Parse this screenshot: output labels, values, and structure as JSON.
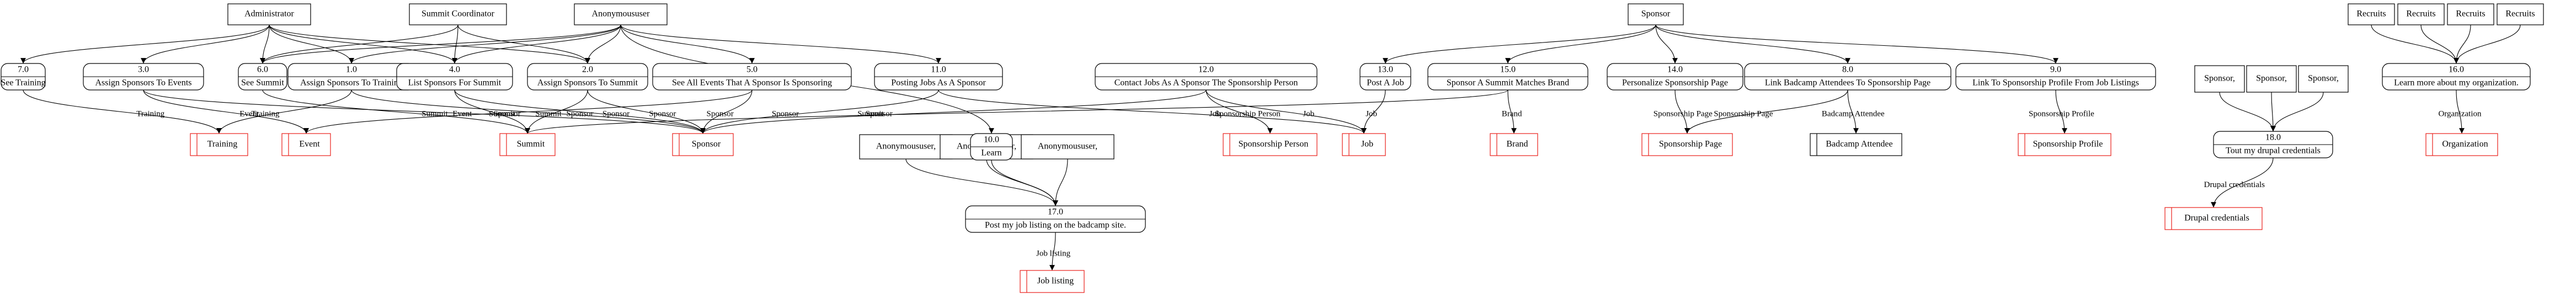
{
  "actors": [
    {
      "id": "admin",
      "label": "Administrator"
    },
    {
      "id": "summit",
      "label": "Summit Coordinator"
    },
    {
      "id": "anon",
      "label": "Anonymoususer"
    },
    {
      "id": "sponsor",
      "label": "Sponsor"
    },
    {
      "id": "recruit1",
      "label": "Recruits"
    },
    {
      "id": "recruit2",
      "label": "Recruits"
    },
    {
      "id": "recruit3",
      "label": "Recruits"
    },
    {
      "id": "recruit4",
      "label": "Recruits"
    },
    {
      "id": "sponsorA",
      "label": "Sponsor,"
    },
    {
      "id": "sponsorB",
      "label": "Sponsor,"
    },
    {
      "id": "sponsorC",
      "label": "Sponsor,"
    },
    {
      "id": "anonA",
      "label": "Anonymoususer,"
    },
    {
      "id": "anonB",
      "label": "Anonymoususer,"
    },
    {
      "id": "anonC",
      "label": "Anonymoususer,"
    }
  ],
  "stories": [
    {
      "id": "s7",
      "num": "7.0",
      "text": "See Training"
    },
    {
      "id": "s3",
      "num": "3.0",
      "text": "Assign Sponsors To Events"
    },
    {
      "id": "s6",
      "num": "6.0",
      "text": "See Summit"
    },
    {
      "id": "s1",
      "num": "1.0",
      "text": "Assign Sponsors To Training"
    },
    {
      "id": "s4",
      "num": "4.0",
      "text": "List Sponsors For Summit"
    },
    {
      "id": "s2",
      "num": "2.0",
      "text": "Assign Sponsors To Summit"
    },
    {
      "id": "s5",
      "num": "5.0",
      "text": "See All Events That A Sponsor Is Sponsoring"
    },
    {
      "id": "s11",
      "num": "11.0",
      "text": "Posting Jobs As A Sponsor"
    },
    {
      "id": "s12",
      "num": "12.0",
      "text": "Contact Jobs As A Sponsor The Sponsorship Person"
    },
    {
      "id": "s13",
      "num": "13.0",
      "text": "Post A Job"
    },
    {
      "id": "s15",
      "num": "15.0",
      "text": "Sponsor A Summit Matches Brand"
    },
    {
      "id": "s14",
      "num": "14.0",
      "text": "Personalize Sponsorship Page"
    },
    {
      "id": "s8",
      "num": "8.0",
      "text": "Link Badcamp Attendees To Sponsorship Page"
    },
    {
      "id": "s9",
      "num": "9.0",
      "text": "Link To Sponsorship Profile From Job Listings"
    },
    {
      "id": "s16",
      "num": "16.0",
      "text": "Learn more about my organization."
    },
    {
      "id": "s10",
      "num": "10.0",
      "text": "Learn"
    },
    {
      "id": "s18",
      "num": "18.0",
      "text": "Tout my drupal credentials"
    },
    {
      "id": "s17",
      "num": "17.0",
      "text": "Post my job listing on the badcamp site."
    }
  ],
  "entities": [
    {
      "id": "eTraining",
      "label": "Training",
      "red": true
    },
    {
      "id": "eEvent",
      "label": "Event",
      "red": true
    },
    {
      "id": "eSummit",
      "label": "Summit",
      "red": true
    },
    {
      "id": "eSponsor",
      "label": "Sponsor",
      "red": true
    },
    {
      "id": "eSponsorPerson",
      "label": "Sponsorship Person",
      "red": true
    },
    {
      "id": "eJob",
      "label": "Job",
      "red": true
    },
    {
      "id": "eBrand",
      "label": "Brand",
      "red": true
    },
    {
      "id": "eSponsorPage",
      "label": "Sponsorship Page",
      "red": true
    },
    {
      "id": "eAttendee",
      "label": "Badcamp Attendee",
      "red": false
    },
    {
      "id": "eSponsorProfile",
      "label": "Sponsorship Profile",
      "red": true
    },
    {
      "id": "eOrg",
      "label": "Organization",
      "red": true
    },
    {
      "id": "eDrupal",
      "label": "Drupal credentials",
      "red": true
    },
    {
      "id": "eJobListing",
      "label": "Job listing",
      "red": true
    }
  ],
  "edges": [
    {
      "from": "admin",
      "to": "s7",
      "label": ""
    },
    {
      "from": "admin",
      "to": "s3",
      "label": ""
    },
    {
      "from": "admin",
      "to": "s6",
      "label": ""
    },
    {
      "from": "admin",
      "to": "s1",
      "label": ""
    },
    {
      "from": "admin",
      "to": "s4",
      "label": ""
    },
    {
      "from": "admin",
      "to": "s2",
      "label": ""
    },
    {
      "from": "summit",
      "to": "s6",
      "label": ""
    },
    {
      "from": "summit",
      "to": "s4",
      "label": ""
    },
    {
      "from": "summit",
      "to": "s2",
      "label": ""
    },
    {
      "from": "anon",
      "to": "s6",
      "label": ""
    },
    {
      "from": "anon",
      "to": "s1",
      "label": ""
    },
    {
      "from": "anon",
      "to": "s4",
      "label": ""
    },
    {
      "from": "anon",
      "to": "s2",
      "label": ""
    },
    {
      "from": "anon",
      "to": "s5",
      "label": ""
    },
    {
      "from": "anon",
      "to": "s11",
      "label": ""
    },
    {
      "from": "anon",
      "to": "s10",
      "label": ""
    },
    {
      "from": "sponsor",
      "to": "s13",
      "label": ""
    },
    {
      "from": "sponsor",
      "to": "s15",
      "label": ""
    },
    {
      "from": "sponsor",
      "to": "s14",
      "label": ""
    },
    {
      "from": "sponsor",
      "to": "s8",
      "label": ""
    },
    {
      "from": "sponsor",
      "to": "s9",
      "label": ""
    },
    {
      "from": "recruit1",
      "to": "s16",
      "label": ""
    },
    {
      "from": "recruit2",
      "to": "s16",
      "label": ""
    },
    {
      "from": "recruit3",
      "to": "s16",
      "label": ""
    },
    {
      "from": "recruit4",
      "to": "s16",
      "label": ""
    },
    {
      "from": "sponsorA",
      "to": "s18",
      "label": ""
    },
    {
      "from": "sponsorB",
      "to": "s18",
      "label": ""
    },
    {
      "from": "sponsorC",
      "to": "s18",
      "label": ""
    },
    {
      "from": "anonA",
      "to": "s17",
      "label": ""
    },
    {
      "from": "anonB",
      "to": "s17",
      "label": ""
    },
    {
      "from": "anonC",
      "to": "s17",
      "label": ""
    },
    {
      "from": "s10",
      "to": "s17",
      "label": ""
    },
    {
      "from": "s7",
      "to": "eTraining",
      "label": "Training"
    },
    {
      "from": "s1",
      "to": "eTraining",
      "label": "Training"
    },
    {
      "from": "s3",
      "to": "eEvent",
      "label": "Event"
    },
    {
      "from": "s5",
      "to": "eEvent",
      "label": "Event"
    },
    {
      "from": "s6",
      "to": "eSummit",
      "label": "Summit"
    },
    {
      "from": "s4",
      "to": "eSummit",
      "label": "Summit"
    },
    {
      "from": "s2",
      "to": "eSummit",
      "label": "Summit"
    },
    {
      "from": "s15",
      "to": "eSummit",
      "label": "Summit"
    },
    {
      "from": "s3",
      "to": "eSponsor",
      "label": "Sponsor"
    },
    {
      "from": "s1",
      "to": "eSponsor",
      "label": "Sponsor"
    },
    {
      "from": "s4",
      "to": "eSponsor",
      "label": "Sponsor"
    },
    {
      "from": "s2",
      "to": "eSponsor",
      "label": "Sponsor"
    },
    {
      "from": "s5",
      "to": "eSponsor",
      "label": "Sponsor"
    },
    {
      "from": "s11",
      "to": "eSponsor",
      "label": "Sponsor"
    },
    {
      "from": "s12",
      "to": "eSponsor",
      "label": "Sponsor"
    },
    {
      "from": "s12",
      "to": "eSponsorPerson",
      "label": "Sponsorship Person"
    },
    {
      "from": "s11",
      "to": "eJob",
      "label": "Job"
    },
    {
      "from": "s12",
      "to": "eJob",
      "label": "Job"
    },
    {
      "from": "s13",
      "to": "eJob",
      "label": "Job"
    },
    {
      "from": "s15",
      "to": "eBrand",
      "label": "Brand"
    },
    {
      "from": "s14",
      "to": "eSponsorPage",
      "label": "Sponsorship Page"
    },
    {
      "from": "s8",
      "to": "eSponsorPage",
      "label": "Sponsorship Page"
    },
    {
      "from": "s8",
      "to": "eAttendee",
      "label": "Badcamp Attendee"
    },
    {
      "from": "s9",
      "to": "eSponsorProfile",
      "label": "Sponsorship Profile"
    },
    {
      "from": "s16",
      "to": "eOrg",
      "label": "Organization"
    },
    {
      "from": "s18",
      "to": "eDrupal",
      "label": "Drupal credentials"
    },
    {
      "from": "s17",
      "to": "eJobListing",
      "label": "Job listing"
    }
  ]
}
